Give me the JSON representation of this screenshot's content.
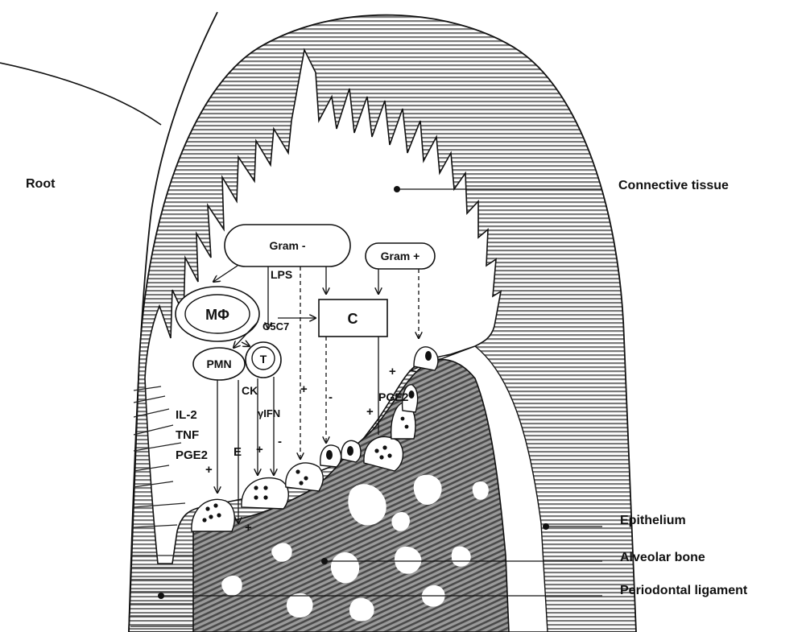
{
  "labels": {
    "root": "Root",
    "connective_tissue": "Connective tissue",
    "epithelium": "Epithelium",
    "alveolar_bone": "Alveolar bone",
    "periodontal_ligament": "Periodontal ligament"
  },
  "cells": {
    "gram_negative": "Gram -",
    "gram_positive": "Gram +",
    "macrophage": "MΦ",
    "complement": "C",
    "pmn": "PMN",
    "t_cell": "T"
  },
  "mediators": {
    "lps": "LPS",
    "c5c7": "C5C7",
    "ck": "CK",
    "gamma_ifn": "γIFN",
    "il2": "IL-2",
    "tnf": "TNF",
    "pge2_left": "PGE2",
    "pge2_right": "PGE2",
    "e": "E"
  },
  "signs": {
    "plus": "+",
    "minus": "-"
  },
  "colors": {
    "ink": "#111111",
    "hatch": "#6a6a6a",
    "bone": "#8a8a8a"
  }
}
